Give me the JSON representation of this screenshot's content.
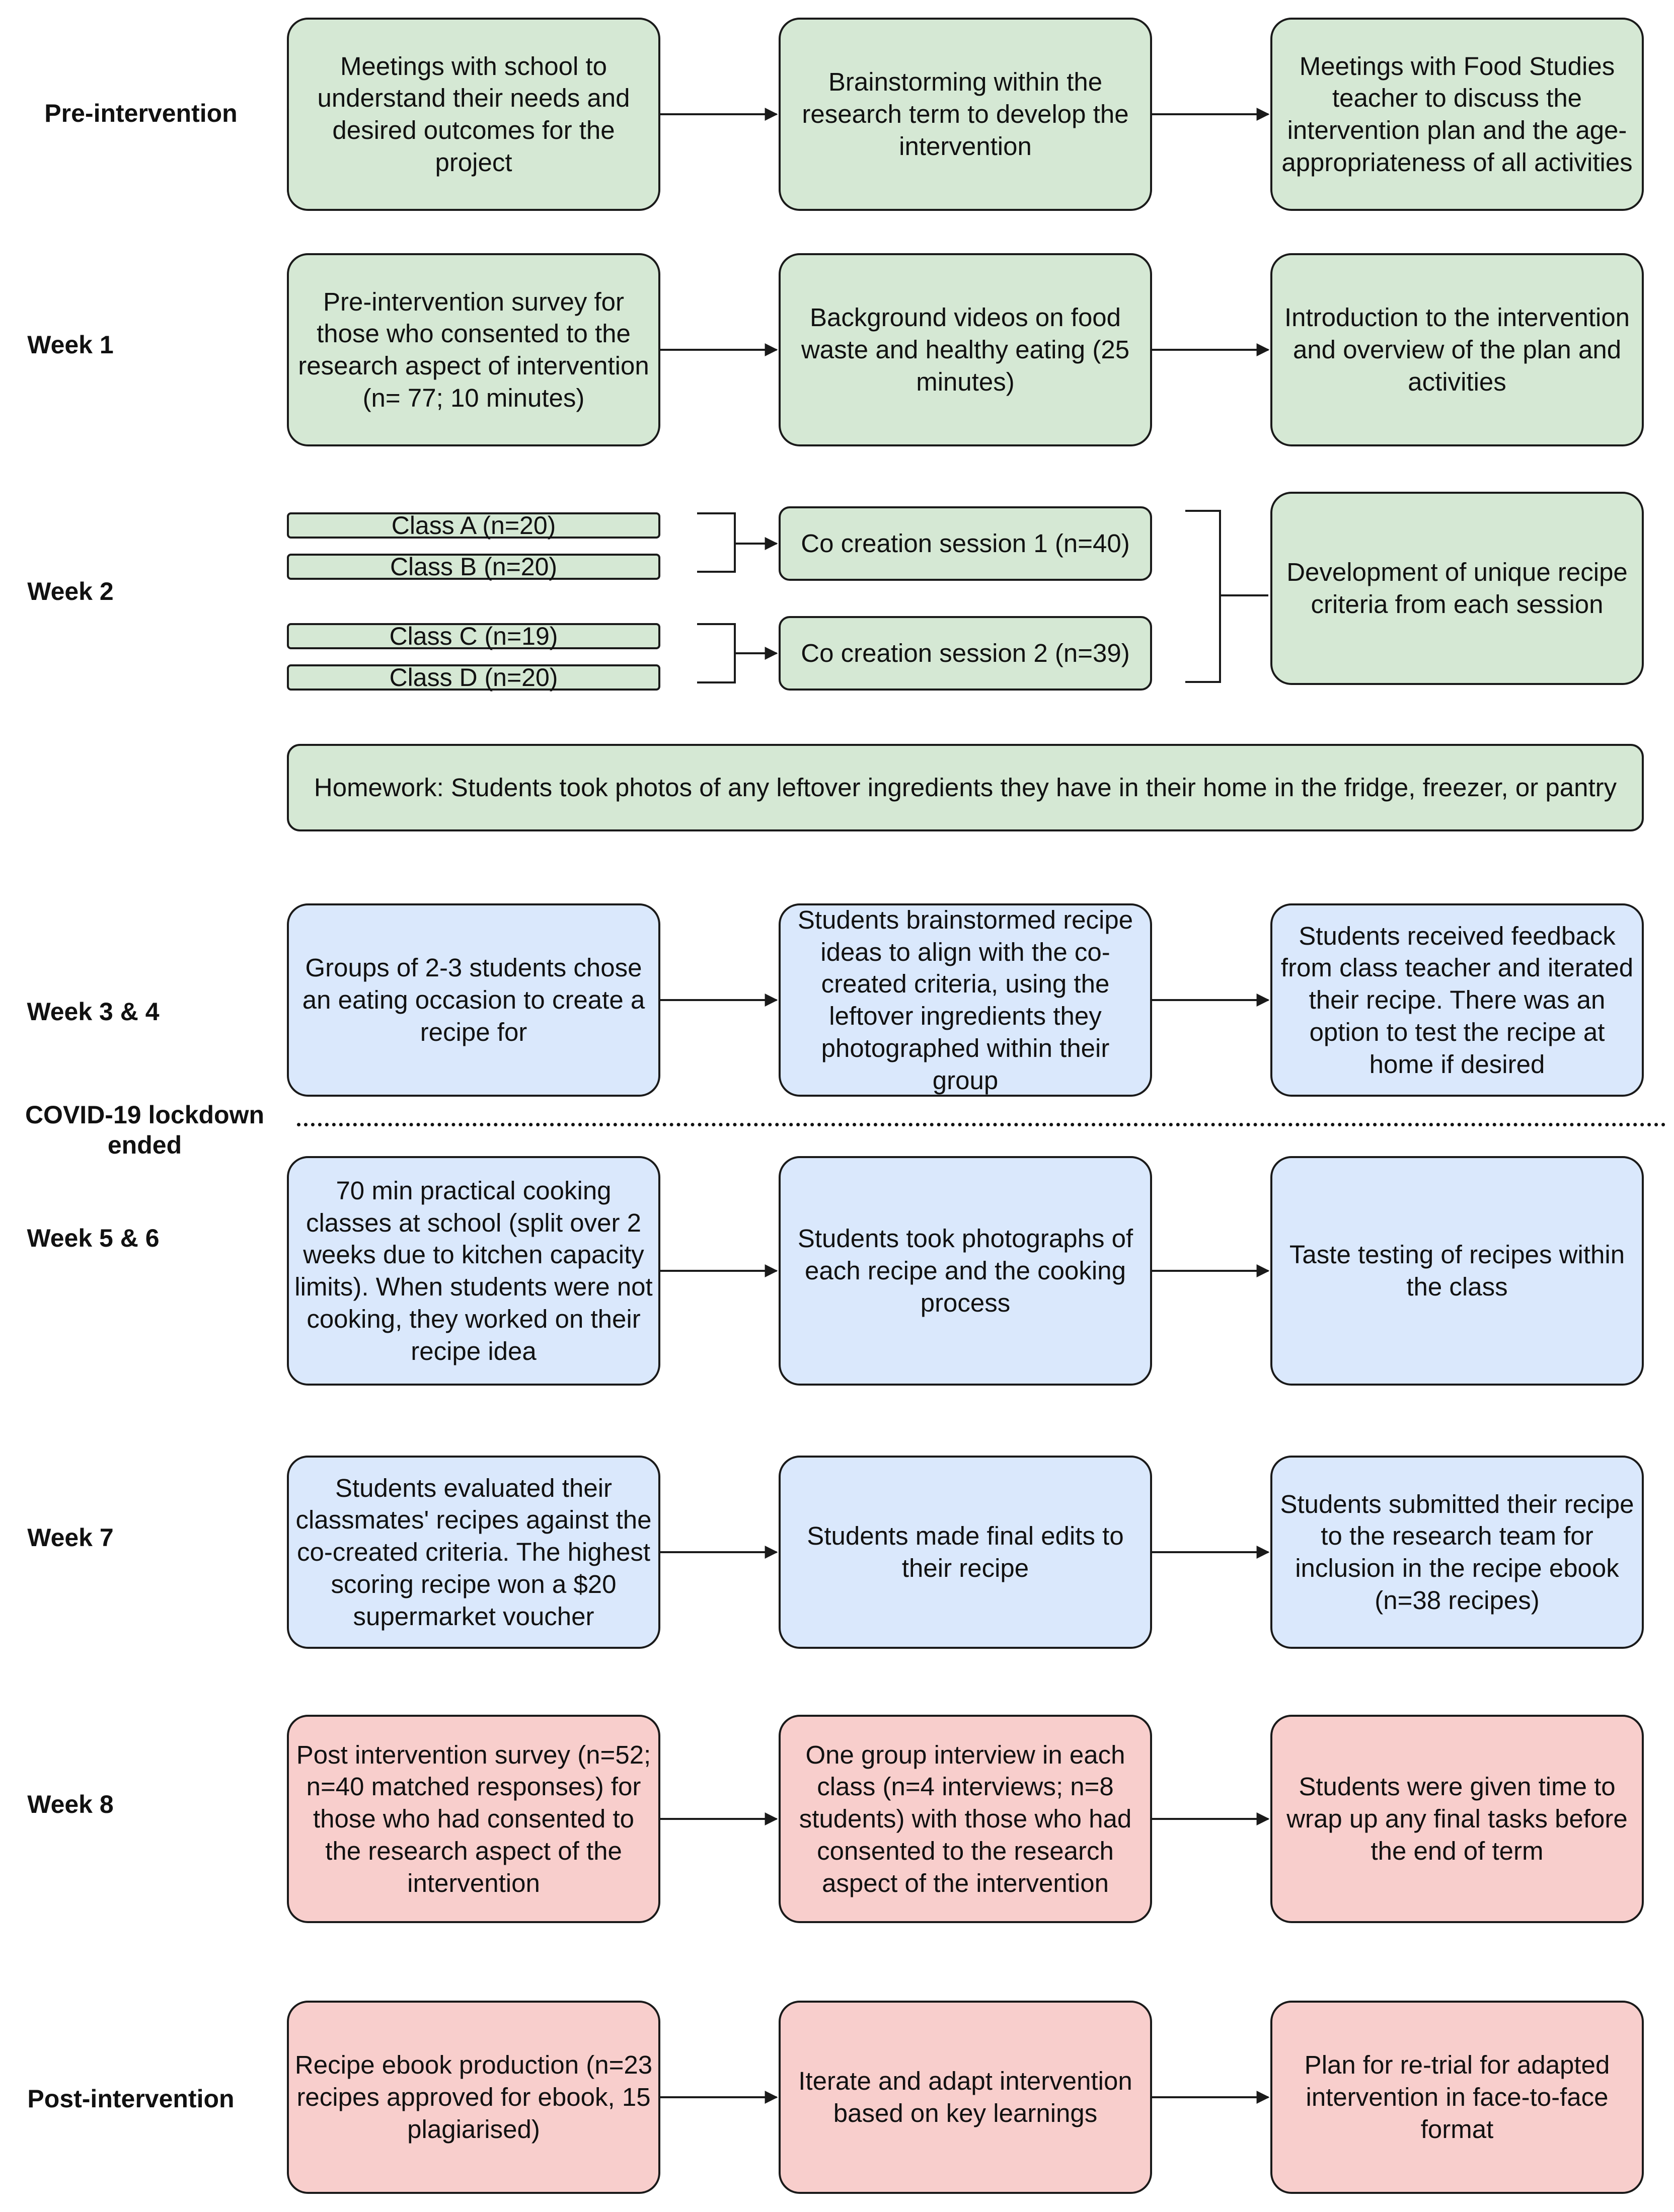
{
  "stages": {
    "pre_intervention": "Pre-intervention",
    "week1": "Week 1",
    "week2": "Week 2",
    "week3_4": "Week 3 & 4",
    "covid": "COVID-19 lockdown ended",
    "week5_6": "Week 5 & 6",
    "week7": "Week 7",
    "week8": "Week 8",
    "post_intervention": "Post-intervention"
  },
  "pre": [
    "Meetings with school to understand their needs and desired outcomes for the project",
    "Brainstorming within the research term to develop the intervention",
    "Meetings with Food Studies teacher to discuss the intervention plan and the age-appropriateness of all activities"
  ],
  "week1": [
    "Pre-intervention survey for those who consented to the research aspect of intervention (n= 77; 10 minutes)",
    "Background videos on food waste and healthy eating (25 minutes)",
    "Introduction to the intervention and overview of the plan and activities"
  ],
  "week2": {
    "classes": [
      "Class A (n=20)",
      "Class B (n=20)",
      "Class C (n=19)",
      "Class D (n=20)"
    ],
    "sessions": [
      "Co creation session 1 (n=40)",
      "Co creation session 2 (n=39)"
    ],
    "criteria": "Development of unique recipe criteria from each session"
  },
  "homework": "Homework: Students took photos of any leftover ingredients they have in their home in the fridge, freezer, or pantry",
  "week3_4": [
    "Groups of 2-3 students chose an eating occasion to create a recipe for",
    "Students brainstormed recipe ideas to align with the co-created criteria, using the leftover ingredients they photographed within their group",
    "Students received feedback from class teacher and iterated their recipe. There was an option to test the recipe at home if desired"
  ],
  "week5_6": [
    "70 min practical cooking classes at school (split over 2 weeks due to kitchen capacity limits). When students were not cooking, they worked on their recipe idea",
    "Students took photographs of each recipe and the cooking process",
    "Taste testing of recipes within the class"
  ],
  "week7": [
    "Students evaluated their classmates' recipes against the co-created criteria. The highest scoring recipe won a $20 supermarket voucher",
    "Students made final edits to their recipe",
    "Students submitted their recipe to the research team for inclusion in the recipe ebook (n=38 recipes)"
  ],
  "week8": [
    "Post intervention survey (n=52; n=40 matched responses) for those who had consented to the research aspect of the intervention",
    "One group interview in each class (n=4 interviews; n=8 students) with those who had consented to the research aspect of the intervention",
    "Students were given time to wrap up any final tasks before the end of term"
  ],
  "post": [
    "Recipe ebook production (n=23 recipes approved for ebook, 15 plagiarised)",
    "Iterate and adapt intervention based on key learnings",
    "Plan for re-trial for adapted intervention in face-to-face format"
  ],
  "colors": {
    "green": "#d5e8d4",
    "blue": "#dae8fc",
    "red": "#f8cecc",
    "stroke": "#1a1a1a"
  }
}
